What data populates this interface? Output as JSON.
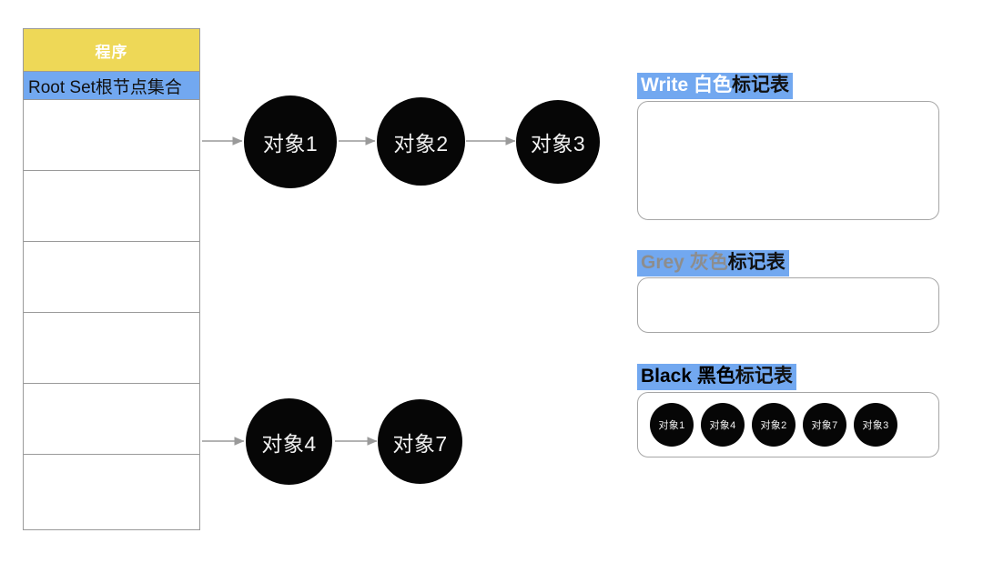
{
  "program_table": {
    "header_label": "程序",
    "rootset_label": "Root Set根节点集合",
    "slot_count": 6,
    "header_color": "#EED857",
    "rootset_color": "#72A8F0"
  },
  "graph": {
    "nodes": [
      {
        "id": "obj1",
        "label": "对象1"
      },
      {
        "id": "obj2",
        "label": "对象2"
      },
      {
        "id": "obj3",
        "label": "对象3"
      },
      {
        "id": "obj4",
        "label": "对象4"
      },
      {
        "id": "obj7",
        "label": "对象7"
      }
    ],
    "node_color": "#060606",
    "node_text_color": "#f2f2f2",
    "edge_color": "#9a9a9a"
  },
  "mark_tables": [
    {
      "id": "white",
      "en": "Write ",
      "cn_color_word": "白色",
      "cn_suffix": "标记表",
      "en_style": "white",
      "items": []
    },
    {
      "id": "grey",
      "en": "Grey ",
      "cn_color_word": "灰色",
      "cn_suffix": "标记表",
      "en_style": "grey",
      "items": []
    },
    {
      "id": "black",
      "en": "Black ",
      "cn_color_word": "黑色",
      "cn_suffix": "标记表",
      "en_style": "black",
      "items": [
        "对象1",
        "对象4",
        "对象2",
        "对象7",
        "对象3"
      ]
    }
  ]
}
